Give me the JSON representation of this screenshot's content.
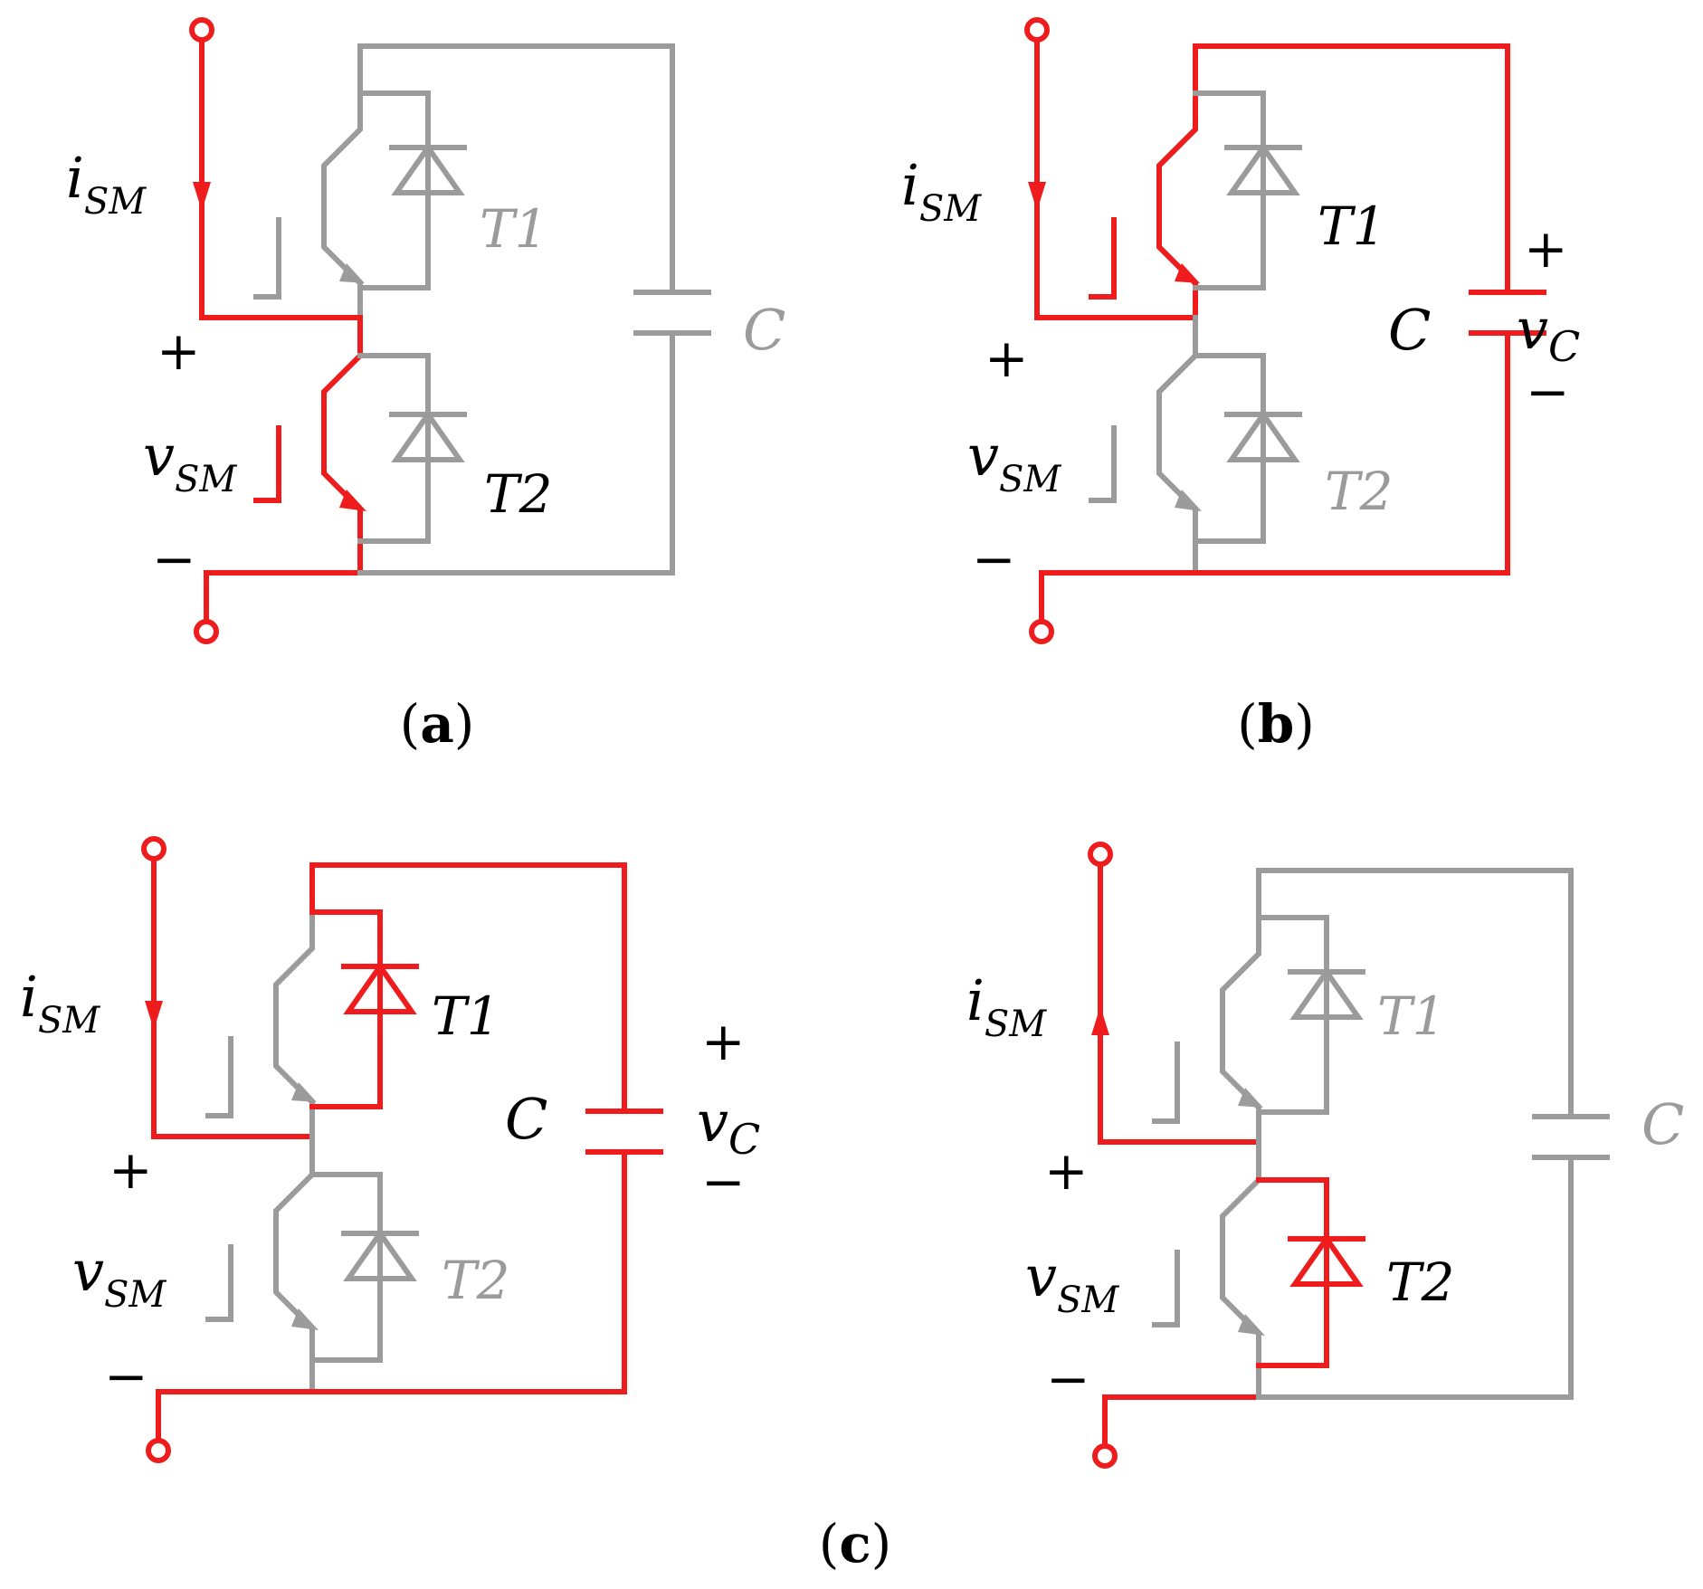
{
  "colors": {
    "active": "#ee1c1c",
    "inactive": "#9b9b9b",
    "text": "#000000"
  },
  "captions": {
    "a": {
      "open": "(",
      "letter": "a",
      "close": ")"
    },
    "b": {
      "open": "(",
      "letter": "b",
      "close": ")"
    },
    "c": {
      "open": "(",
      "letter": "c",
      "close": ")"
    }
  },
  "panels": [
    {
      "id": "a",
      "current_direction": "down",
      "states": {
        "ext": true,
        "t1": false,
        "t2": true,
        "cap": false
      },
      "t2_mode": "igbt",
      "labels": {
        "i": "i",
        "i_sub": "SM",
        "v": "v",
        "v_sub": "SM",
        "plus": "+",
        "minus": "−",
        "t1": "T1",
        "t2": "T2",
        "c": "C",
        "vc": "",
        "vc_sub": "",
        "vc_plus": "",
        "vc_minus": ""
      }
    },
    {
      "id": "b",
      "current_direction": "down",
      "states": {
        "ext": true,
        "t1": true,
        "t2": false,
        "cap": true
      },
      "t1_mode": "igbt",
      "labels": {
        "i": "i",
        "i_sub": "SM",
        "v": "v",
        "v_sub": "SM",
        "plus": "+",
        "minus": "−",
        "t1": "T1",
        "t2": "T2",
        "c": "C",
        "vc": "v",
        "vc_sub": "C",
        "vc_plus": "+",
        "vc_minus": "−"
      }
    },
    {
      "id": "c1",
      "current_direction": "down",
      "states": {
        "ext": true,
        "t1": true,
        "t2": false,
        "cap": true
      },
      "t1_mode": "diode",
      "labels": {
        "i": "i",
        "i_sub": "SM",
        "v": "v",
        "v_sub": "SM",
        "plus": "+",
        "minus": "−",
        "t1": "T1",
        "t2": "T2",
        "c": "C",
        "vc": "v",
        "vc_sub": "C",
        "vc_plus": "+",
        "vc_minus": "−"
      }
    },
    {
      "id": "c2",
      "current_direction": "up",
      "states": {
        "ext": true,
        "t1": false,
        "t2": true,
        "cap": false
      },
      "t2_mode": "diode",
      "labels": {
        "i": "i",
        "i_sub": "SM",
        "v": "v",
        "v_sub": "SM",
        "plus": "+",
        "minus": "−",
        "t1": "T1",
        "t2": "T2",
        "c": "C",
        "vc": "",
        "vc_sub": "",
        "vc_plus": "",
        "vc_minus": ""
      }
    }
  ]
}
